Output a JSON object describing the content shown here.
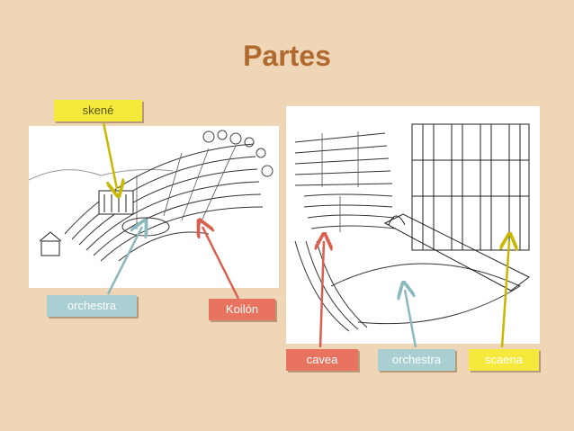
{
  "title": "Partes",
  "labels": {
    "skene": "skené",
    "orchestra_left": "orchestra",
    "koilon": "Koilón",
    "cavea": "cavea",
    "orchestra_right": "orchestra",
    "scaena": "scaena"
  },
  "colors": {
    "background": "#efd6b6",
    "title": "#b06a30",
    "yellow": "#f5ea3c",
    "yellow_line": "#c8b800",
    "teal": "#a9cfd2",
    "teal_line": "#8cb9be",
    "red": "#e8735f",
    "red_line": "#d9604e"
  }
}
